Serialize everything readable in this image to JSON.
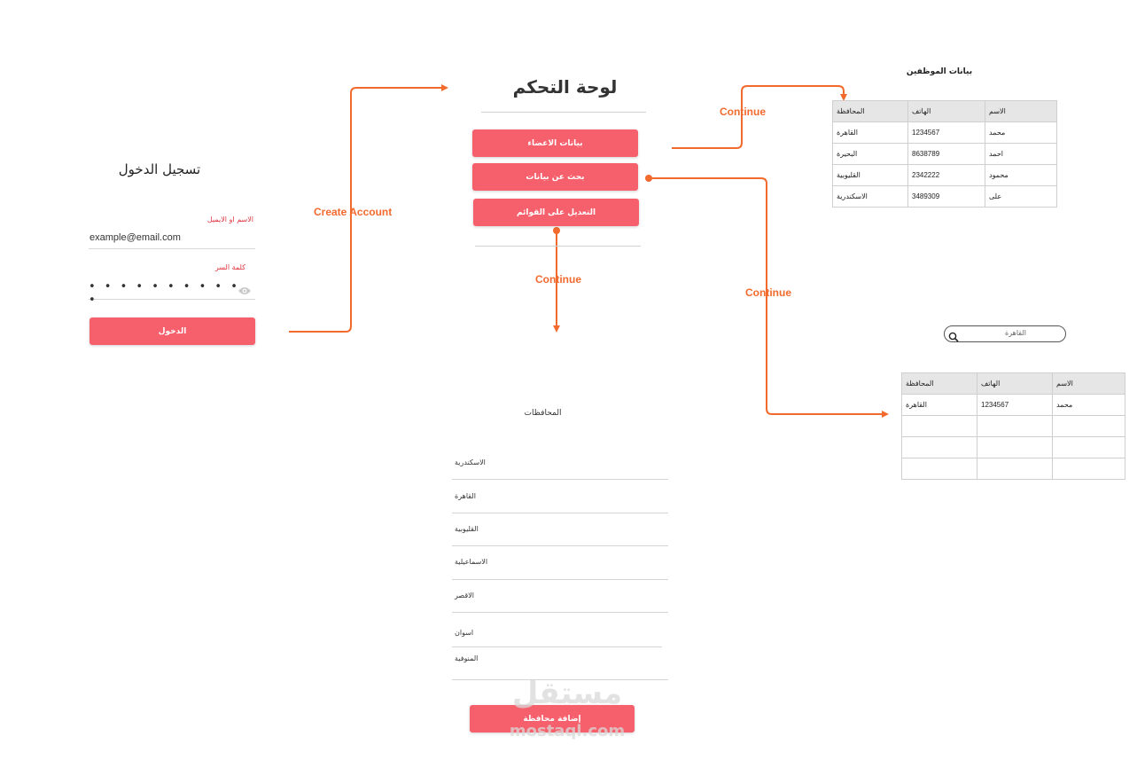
{
  "colors": {
    "accent": "#f5606c",
    "flow": "#f26a2e",
    "error_label": "#e0343f"
  },
  "flow_labels": {
    "create_account": "Create Account",
    "continue_top": "Continue",
    "continue_middle": "Continue",
    "continue_right": "Continue"
  },
  "login": {
    "title": "تسجيل الدخول",
    "username_label": "الاسم او الايميل",
    "username_value": "example@email.com",
    "password_label": "كلمة السر",
    "password_value": "• • • • • • • • • • •",
    "password_icon": "eye-icon",
    "submit_label": "الدخول"
  },
  "dashboard": {
    "title": "لوحة التحكم",
    "buttons": [
      "بيانات الاعضاء",
      "بحث عن بيانات",
      "التعديل على القوائم"
    ]
  },
  "employees": {
    "title": "بيانات الموظفين",
    "headers": [
      "المحافظة",
      "الهاتف",
      "الاسم"
    ],
    "rows": [
      [
        "القاهرة",
        "1234567",
        "محمد"
      ],
      [
        "البحيرة",
        "8638789",
        "احمد"
      ],
      [
        "القليوبية",
        "2342222",
        "محمود"
      ],
      [
        "الاسكندرية",
        "3489309",
        "على"
      ]
    ]
  },
  "search": {
    "icon": "search-icon",
    "value": "القاهرة",
    "headers": [
      "المحافظة",
      "الهاتف",
      "الاسم"
    ],
    "rows": [
      [
        "القاهرة",
        "1234567",
        "محمد"
      ],
      [
        "",
        "",
        ""
      ],
      [
        "",
        "",
        ""
      ],
      [
        "",
        "",
        ""
      ]
    ]
  },
  "governorates": {
    "title": "المحافظات",
    "items": [
      "الاسكندرية",
      "القاهرة",
      "القليوبية",
      "الاسماعيلية",
      "الاقصر",
      "اسوان",
      "المنوفية"
    ],
    "add_button": "إضافة محافظة"
  },
  "watermark": {
    "logo": "مستقل",
    "url": "mostaql.com"
  }
}
